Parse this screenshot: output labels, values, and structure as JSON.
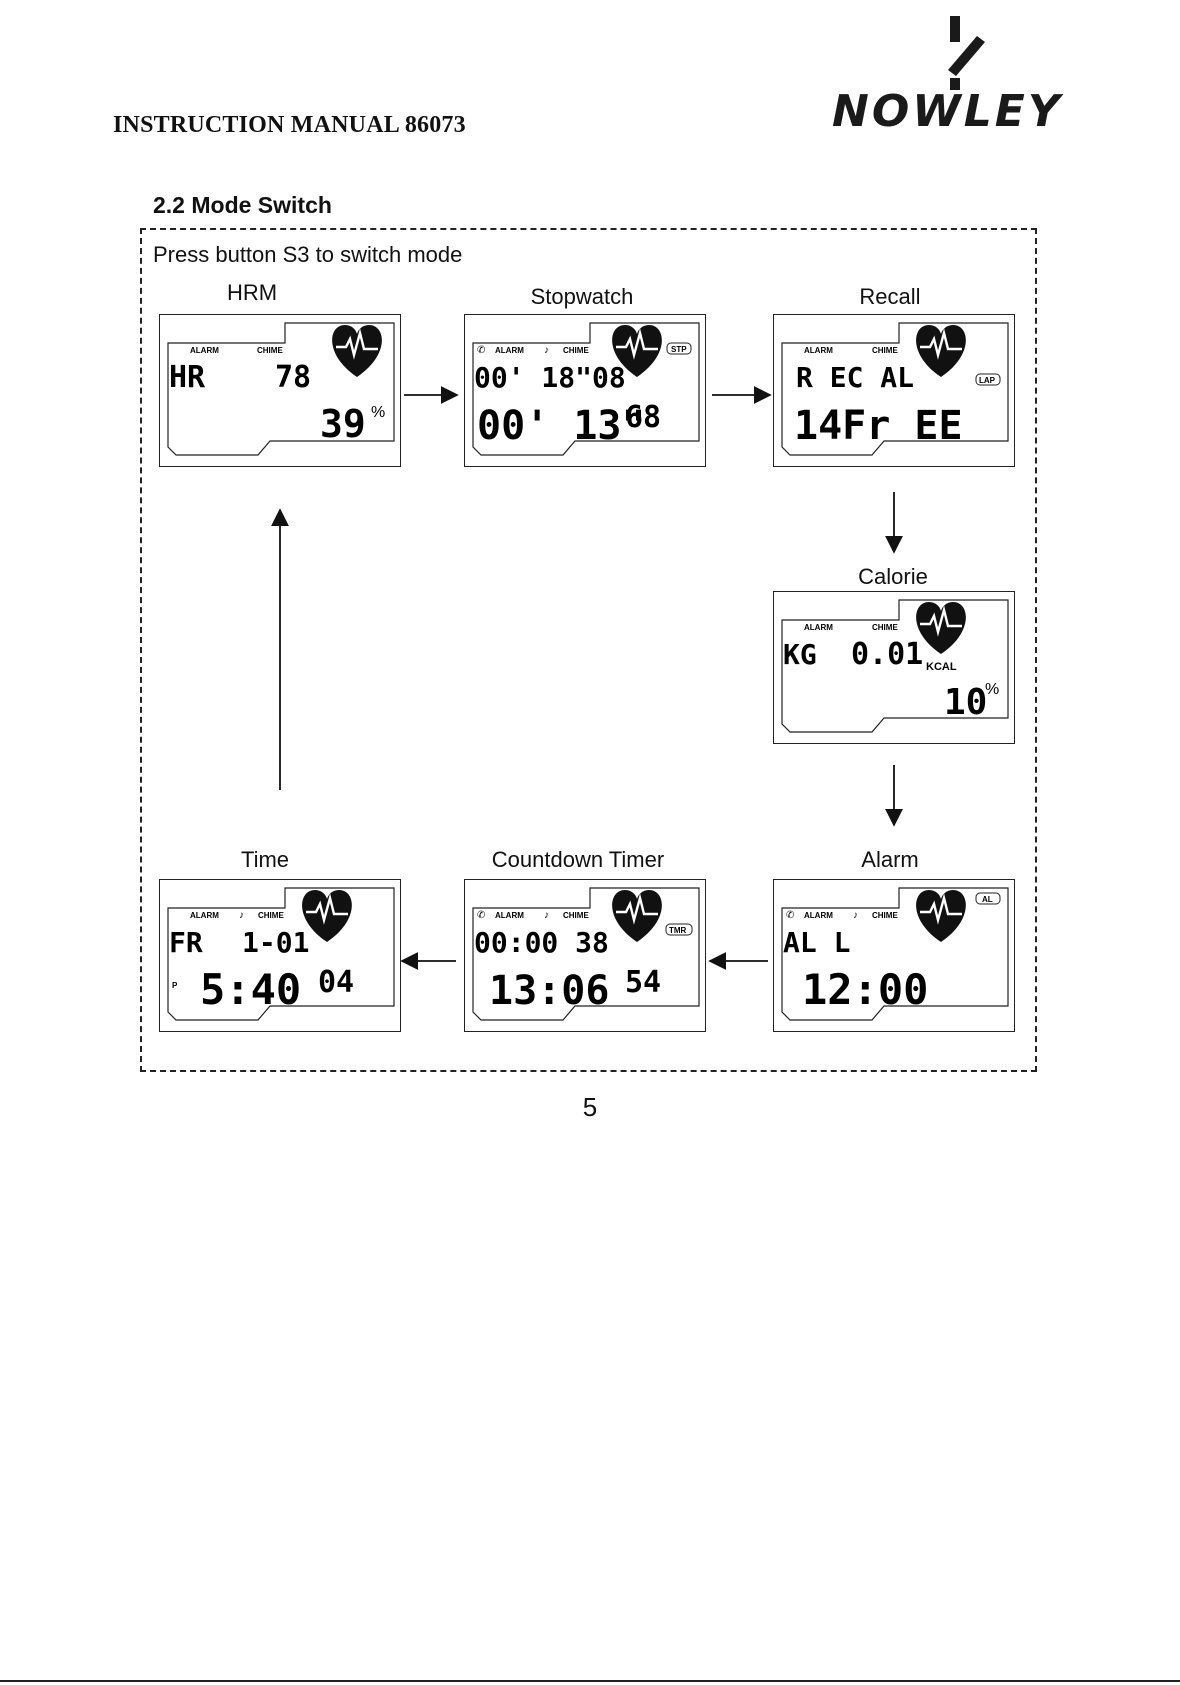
{
  "header": {
    "manual_title": "INSTRUCTION MANUAL 86073",
    "brand": "NOWLEY"
  },
  "section": {
    "title": "2.2 Mode Switch",
    "instruction": "Press button S3 to switch mode"
  },
  "modes": {
    "hrm": {
      "label": "HRM",
      "alarm": "ALARM",
      "chime": "CHIME",
      "line1_left": "HR",
      "line1_right": "78",
      "line2": "39",
      "unit": "%"
    },
    "stopwatch": {
      "label": "Stopwatch",
      "alarm": "ALARM",
      "chime": "CHIME",
      "badge": "STP",
      "line1": "00' 18\"08",
      "line2_main": "00' 13\"",
      "line2_small": "68"
    },
    "recall": {
      "label": "Recall",
      "alarm": "ALARM",
      "chime": "CHIME",
      "badge": "LAP",
      "line1": "R EC AL",
      "line2": "14Fr EE"
    },
    "calorie": {
      "label": "Calorie",
      "alarm": "ALARM",
      "chime": "CHIME",
      "line1_left": "KG",
      "line1_right": "0.01",
      "unit_small": "KCAL",
      "line2": "10",
      "unit": "%"
    },
    "alarm": {
      "label": "Alarm",
      "alarm": "ALARM",
      "chime": "CHIME",
      "badge": "AL",
      "line1": "AL L",
      "line2": "12:00"
    },
    "countdown": {
      "label": "Countdown Timer",
      "alarm": "ALARM",
      "chime": "CHIME",
      "badge": "TMR",
      "line1": "00:00 38",
      "line2_main": "13:06",
      "line2_small": "54"
    },
    "time": {
      "label": "Time",
      "alarm": "ALARM",
      "chime": "CHIME",
      "line1_left": "FR",
      "line1_right": "1-01",
      "pm": "P",
      "line2_main": "5:40",
      "line2_small": "04"
    }
  },
  "footer": {
    "page_number": "5"
  }
}
